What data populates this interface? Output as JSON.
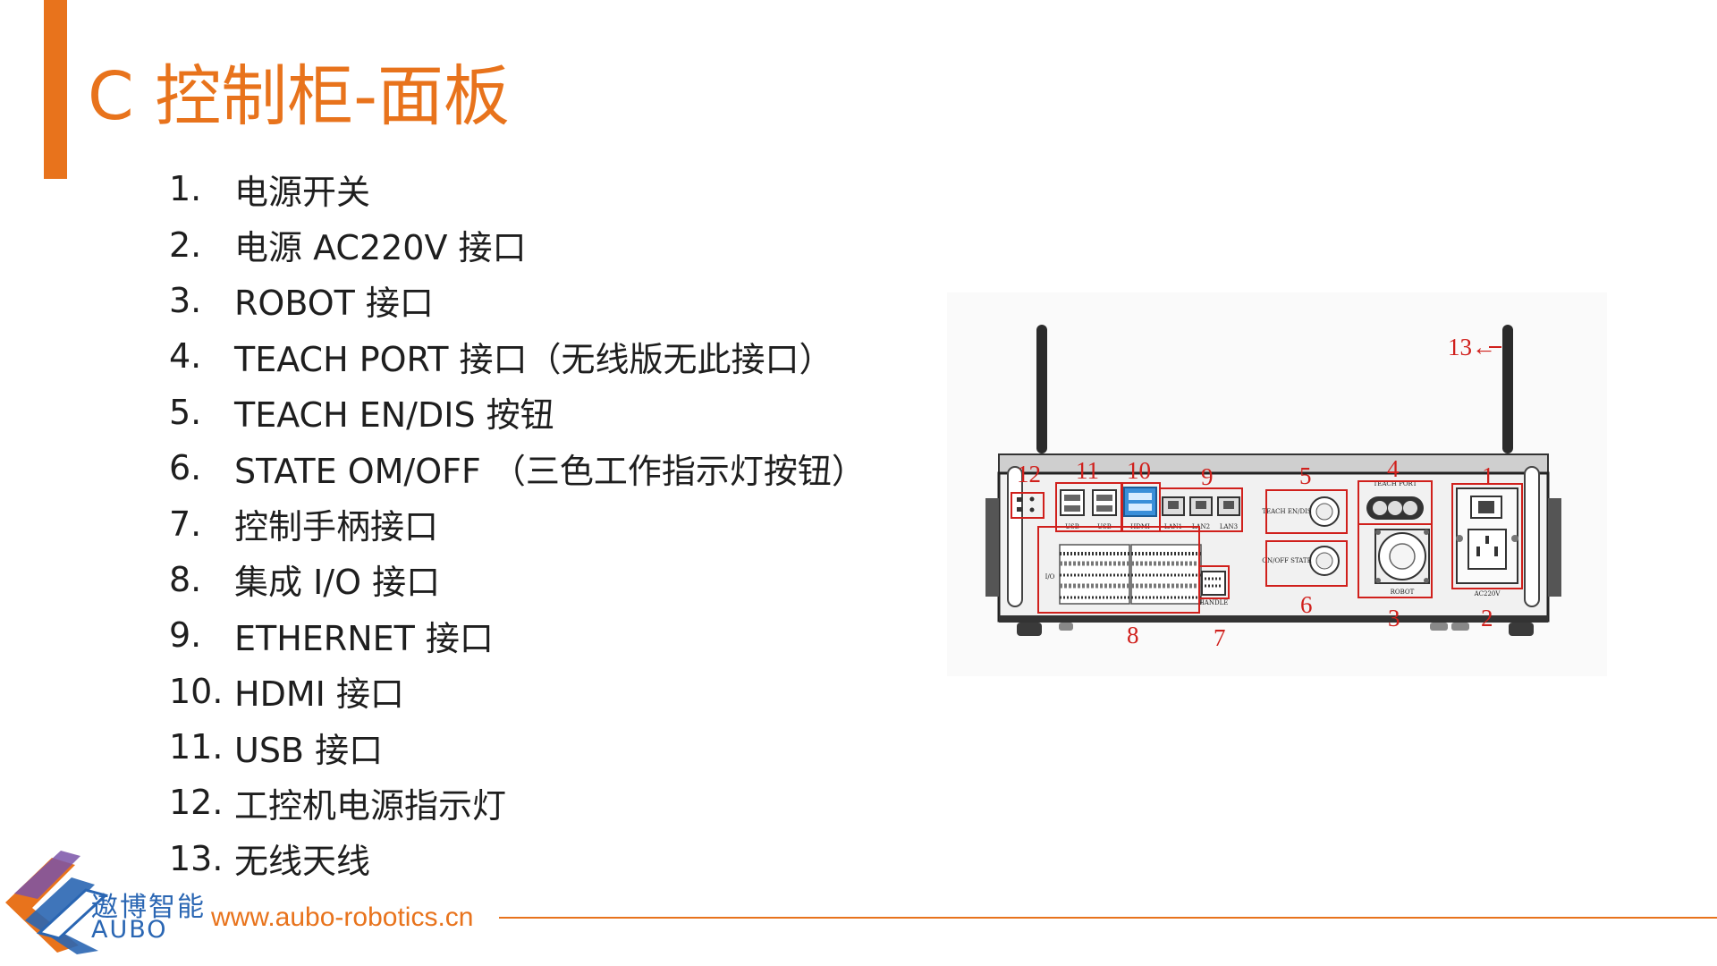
{
  "title": "C 控制柜-面板",
  "items": [
    {
      "num": "1.",
      "text": "电源开关"
    },
    {
      "num": "2.",
      "text": "电源 AC220V 接口"
    },
    {
      "num": "3.",
      "text": "ROBOT 接口"
    },
    {
      "num": "4.",
      "text": "TEACH PORT 接口（无线版无此接口）"
    },
    {
      "num": "5.",
      "text": "TEACH EN/DIS 按钮"
    },
    {
      "num": "6.",
      "text": "STATE OM/OFF （三色工作指示灯按钮）"
    },
    {
      "num": "7.",
      "text": "控制手柄接口"
    },
    {
      "num": "8.",
      "text": "集成 I/O 接口"
    },
    {
      "num": "9.",
      "text": "ETHERNET 接口"
    },
    {
      "num": "10.",
      "text": "HDMI 接口"
    },
    {
      "num": "11.",
      "text": "USB 接口"
    },
    {
      "num": "12.",
      "text": "工控机电源指示灯"
    },
    {
      "num": "13.",
      "text": "无线天线"
    }
  ],
  "figure": {
    "callouts": {
      "c1": "1",
      "c2": "2",
      "c3": "3",
      "c4": "4",
      "c5": "5",
      "c6": "6",
      "c7": "7",
      "c8": "8",
      "c9": "9",
      "c10": "10",
      "c11": "11",
      "c12": "12",
      "c13": "13←"
    },
    "panel_labels": {
      "usb1": "USB",
      "usb2": "USB",
      "hdmi": "HDMI",
      "lan1": "LAN1",
      "lan2": "LAN2",
      "lan3": "LAN3",
      "teach_port": "TEACH PORT",
      "teach_endis": "TEACH EN/DIS",
      "state": "ON/OFF STATE",
      "robot": "ROBOT",
      "ac220v": "AC220V",
      "io": "I/O",
      "handle": "HANDLE"
    },
    "callout_color": "#d0201c"
  },
  "brand": {
    "cn": "遨博智能",
    "en": "AUBO",
    "url": "www.aubo-robotics.cn"
  },
  "colors": {
    "accent": "#e8731c",
    "brand_blue": "#2a66b3"
  }
}
